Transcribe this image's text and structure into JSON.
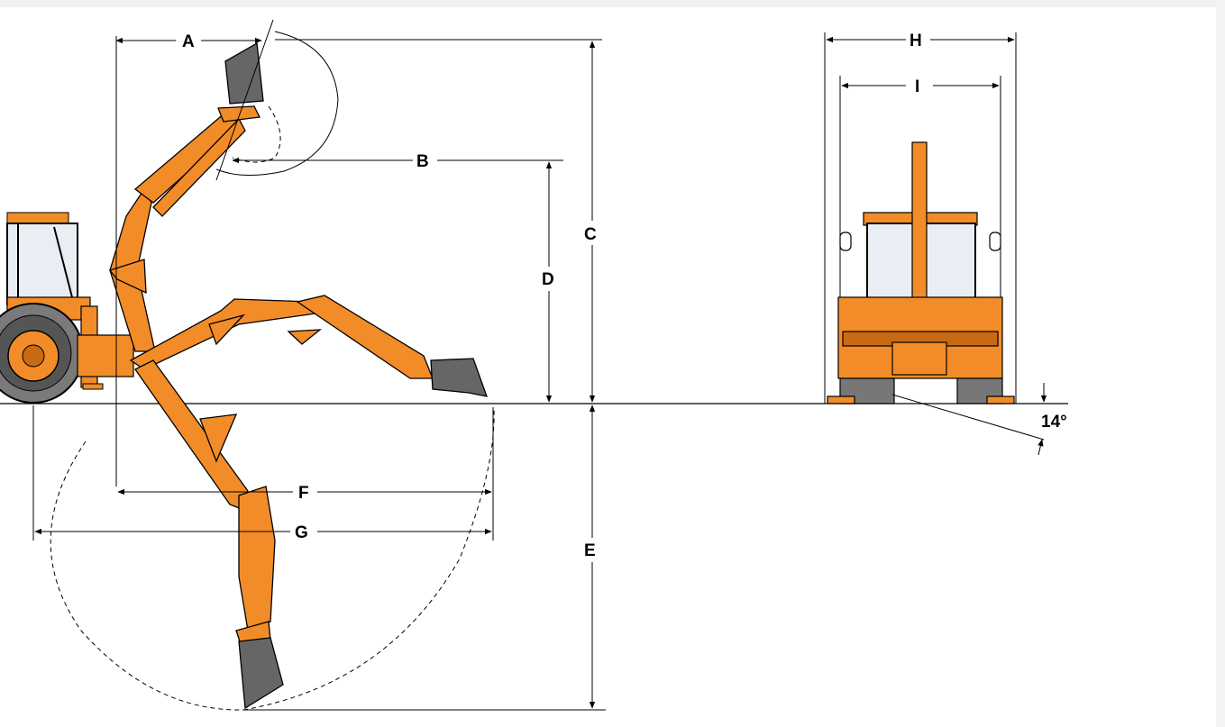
{
  "labels": {
    "A": "A",
    "B": "B",
    "C": "C",
    "D": "D",
    "E": "E",
    "F": "F",
    "G": "G",
    "H": "H",
    "I": "I",
    "angle": "14°"
  },
  "colors": {
    "machine": "#f28c28",
    "machine_dark": "#c86a12",
    "bucket": "#666666",
    "line": "#000000",
    "background": "#ffffff"
  }
}
